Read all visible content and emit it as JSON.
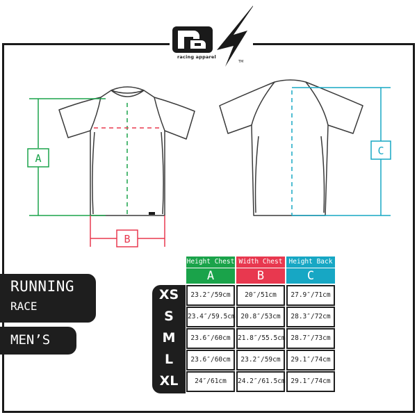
{
  "brand": {
    "logo_mark": "ra",
    "name": "racing apparel",
    "trademark": "TM"
  },
  "diagram": {
    "front_label_a": "A",
    "front_label_b": "B",
    "back_label_c": "C",
    "colors": {
      "a": "#1aa34a",
      "b": "#e8384f",
      "c": "#17a7c4"
    }
  },
  "product": {
    "line1": "RUNNING",
    "line2": "RACE",
    "gender": "MEN’S"
  },
  "table": {
    "columns": [
      {
        "header": "Height Chest",
        "letter": "A",
        "color": "#1aa34a"
      },
      {
        "header": "Width Chest",
        "letter": "B",
        "color": "#e8384f"
      },
      {
        "header": "Height Back",
        "letter": "C",
        "color": "#17a7c4"
      }
    ],
    "rows": [
      {
        "size": "XS",
        "values": [
          "23.2″/59cm",
          "20″/51cm",
          "27.9″/71cm"
        ]
      },
      {
        "size": "S",
        "values": [
          "23.4″/59.5cm",
          "20.8″/53cm",
          "28.3″/72cm"
        ]
      },
      {
        "size": "M",
        "values": [
          "23.6″/60cm",
          "21.8″/55.5cm",
          "28.7″/73cm"
        ]
      },
      {
        "size": "L",
        "values": [
          "23.6″/60cm",
          "23.2″/59cm",
          "29.1″/74cm"
        ]
      },
      {
        "size": "XL",
        "values": [
          "24″/61cm",
          "24.2″/61.5cm",
          "29.1″/74cm"
        ]
      }
    ]
  }
}
